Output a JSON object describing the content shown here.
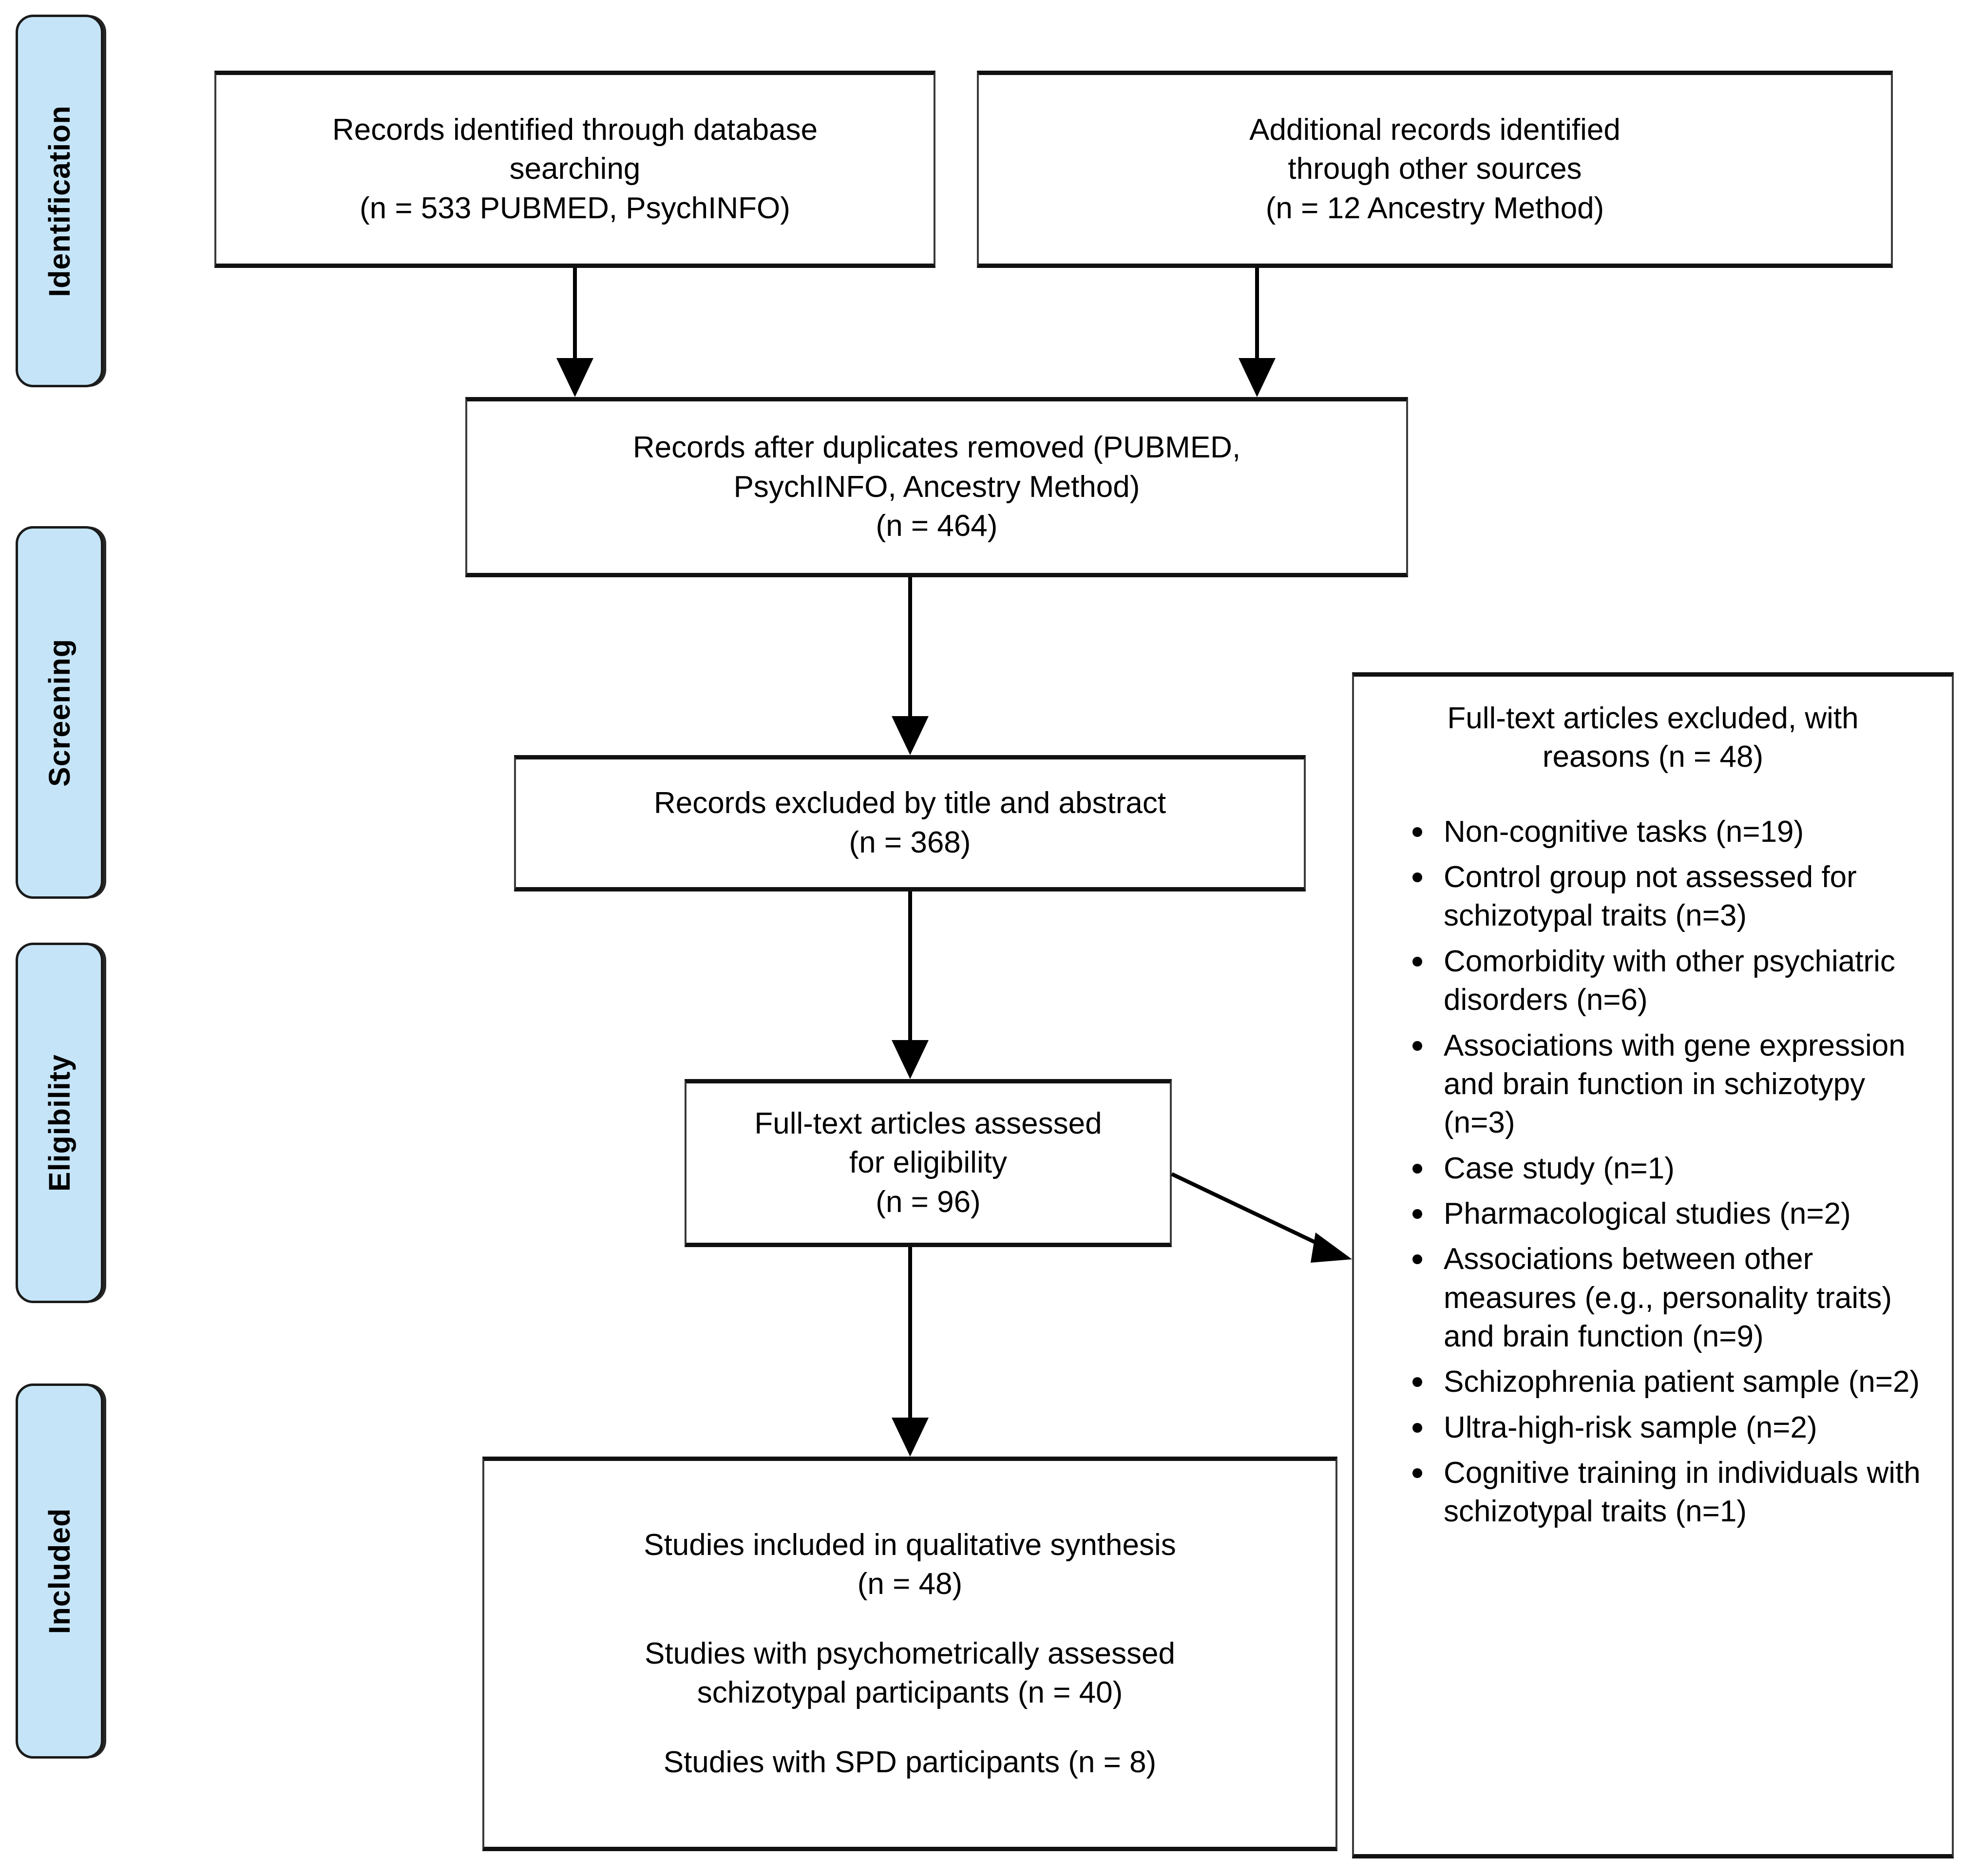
{
  "stages": [
    {
      "id": "identification",
      "label": "Identification"
    },
    {
      "id": "screening",
      "label": "Screening"
    },
    {
      "id": "eligibility",
      "label": "Eligibility"
    },
    {
      "id": "included",
      "label": "Included"
    }
  ],
  "boxes": {
    "database_search": {
      "text": "Records identified through database\nsearching\n(n = 533 PUBMED, PsychINFO)"
    },
    "other_sources": {
      "text": "Additional records identified\nthrough other sources\n(n = 12 Ancestry Method)"
    },
    "duplicates_removed": {
      "text": "Records after duplicates removed (PUBMED,\nPsychINFO, Ancestry Method)\n(n = 464)"
    },
    "records_excluded": {
      "text": "Records excluded by title and abstract\n(n = 368)"
    },
    "fulltext_assessed": {
      "text": "Full-text articles assessed\nfor eligibility\n(n = 96)"
    },
    "included_synthesis": {
      "line1": "Studies included in qualitative synthesis\n(n = 48)",
      "line2": "Studies with psychometrically assessed\nschizotypal participants (n = 40)",
      "line3": "Studies with SPD participants (n = 8)"
    }
  },
  "exclusion_panel": {
    "title": "Full-text articles excluded, with\nreasons (n = 48)",
    "reasons": [
      "Non-cognitive tasks (n=19)",
      "Control group not assessed for schizotypal traits (n=3)",
      "Comorbidity with other psychiatric disorders (n=6)",
      "Associations with gene expression and brain function in schizotypy (n=3)",
      "Case study (n=1)",
      "Pharmacological studies (n=2)",
      "Associations between other measures (e.g., personality traits) and brain function (n=9)",
      "Schizophrenia patient sample (n=2)",
      "Ultra-high-risk sample (n=2)",
      "Cognitive training in individuals with schizotypal traits (n=1)"
    ]
  },
  "colors": {
    "stage_tab_fill": "#c5e4f7",
    "stage_tab_border": "#1b1b1b",
    "box_border": "#3a3a3a",
    "box_border_strong": "#111111",
    "text": "#000000",
    "page_background": "#ffffff"
  },
  "chart_data": {
    "type": "diagram",
    "title": "PRISMA flow diagram",
    "nodes": [
      {
        "id": "database_search",
        "stage": "Identification",
        "n": 533,
        "label": "Records identified through database searching (n = 533 PUBMED, PsychINFO)"
      },
      {
        "id": "other_sources",
        "stage": "Identification",
        "n": 12,
        "label": "Additional records identified through other sources (n = 12 Ancestry Method)"
      },
      {
        "id": "duplicates_removed",
        "stage": "Screening",
        "n": 464,
        "label": "Records after duplicates removed (PUBMED, PsychINFO, Ancestry Method) (n = 464)"
      },
      {
        "id": "records_excluded",
        "stage": "Screening",
        "n": 368,
        "label": "Records excluded by title and abstract (n = 368)"
      },
      {
        "id": "fulltext_assessed",
        "stage": "Eligibility",
        "n": 96,
        "label": "Full-text articles assessed for eligibility (n = 96)"
      },
      {
        "id": "fulltext_excluded",
        "stage": "Eligibility",
        "n": 48,
        "label": "Full-text articles excluded, with reasons (n = 48)"
      },
      {
        "id": "included_synthesis",
        "stage": "Included",
        "n": 48,
        "label": "Studies included in qualitative synthesis (n = 48)"
      }
    ],
    "exclusion_reason_counts": [
      {
        "reason": "Non-cognitive tasks",
        "n": 19
      },
      {
        "reason": "Control group not assessed for schizotypal traits",
        "n": 3
      },
      {
        "reason": "Comorbidity with other psychiatric disorders",
        "n": 6
      },
      {
        "reason": "Associations with gene expression and brain function in schizotypy",
        "n": 3
      },
      {
        "reason": "Case study",
        "n": 1
      },
      {
        "reason": "Pharmacological studies",
        "n": 2
      },
      {
        "reason": "Associations between other measures (e.g., personality traits) and brain function",
        "n": 9
      },
      {
        "reason": "Schizophrenia patient sample",
        "n": 2
      },
      {
        "reason": "Ultra-high-risk sample",
        "n": 2
      },
      {
        "reason": "Cognitive training in individuals with schizotypal traits",
        "n": 1
      }
    ],
    "included_breakdown": [
      {
        "group": "Studies included in qualitative synthesis",
        "n": 48
      },
      {
        "group": "Studies with psychometrically assessed schizotypal participants",
        "n": 40
      },
      {
        "group": "Studies with SPD participants",
        "n": 8
      }
    ],
    "edges": [
      {
        "from": "database_search",
        "to": "duplicates_removed"
      },
      {
        "from": "other_sources",
        "to": "duplicates_removed"
      },
      {
        "from": "duplicates_removed",
        "to": "records_excluded"
      },
      {
        "from": "records_excluded",
        "to": "fulltext_assessed"
      },
      {
        "from": "fulltext_assessed",
        "to": "fulltext_excluded"
      },
      {
        "from": "fulltext_assessed",
        "to": "included_synthesis"
      }
    ]
  }
}
